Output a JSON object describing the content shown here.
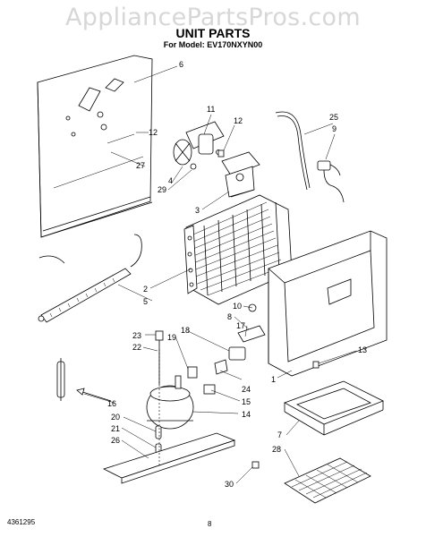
{
  "header": {
    "watermark": "AppliancePartsPros.com",
    "title": "UNIT PARTS",
    "subtitle": "For Model: EV170NXYN00"
  },
  "footer": {
    "doc_number": "4361295",
    "page_number": "8"
  },
  "callouts": [
    "6",
    "11",
    "12",
    "25",
    "9",
    "12",
    "27",
    "4",
    "29",
    "3",
    "2",
    "5",
    "10",
    "8",
    "17",
    "23",
    "22",
    "18",
    "19",
    "13",
    "1",
    "24",
    "16",
    "15",
    "14",
    "20",
    "21",
    "26",
    "7",
    "28",
    "30"
  ]
}
